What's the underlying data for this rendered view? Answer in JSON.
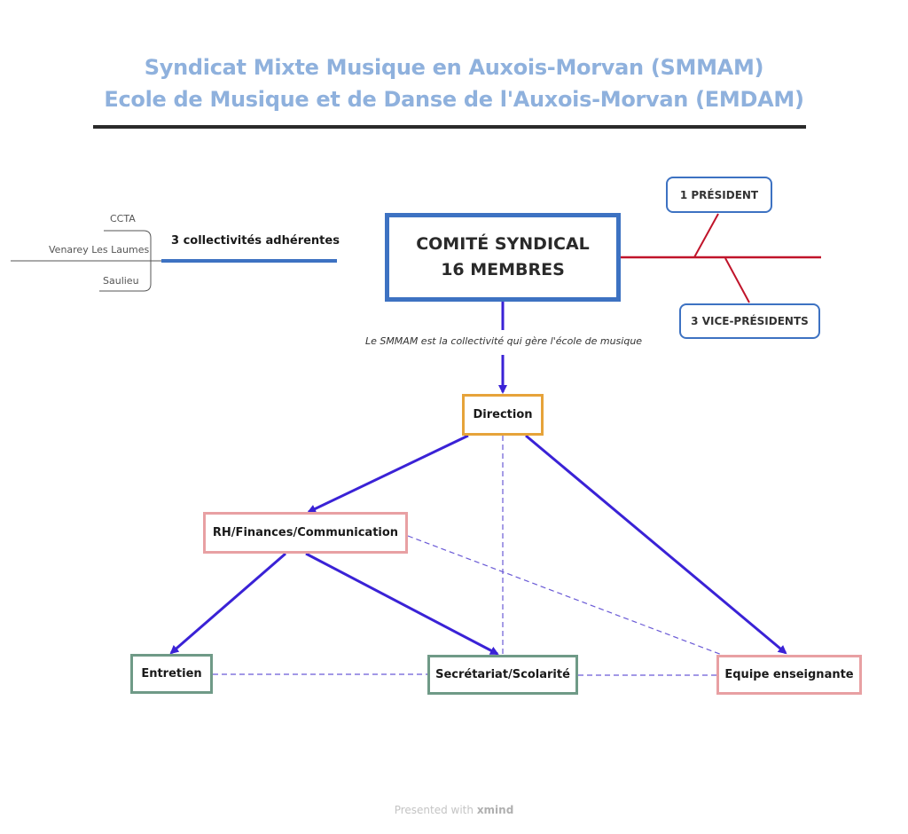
{
  "header": {
    "title_line1": "Syndicat Mixte Musique en Auxois-Morvan (SMMAM)",
    "title_line2": "Ecole de Musique et de Danse de l'Auxois-Morvan (EMDAM)",
    "title_color": "#8fb1dd"
  },
  "nodes": {
    "comite": {
      "line1": "COMITÉ SYNDICAL",
      "line2": "16 MEMBRES",
      "border_color": "#3d72c2"
    },
    "president": {
      "label": "1 PRÉSIDENT",
      "border_color": "#3d72c2"
    },
    "vice_presidents": {
      "label": "3 VICE-PRÉSIDENTS",
      "border_color": "#3d72c2"
    },
    "collectivites": {
      "label": "3 collectivités adhérentes",
      "members": [
        "CCTA",
        "Venarey Les Laumes",
        "Saulieu"
      ]
    },
    "direction": {
      "label": "Direction",
      "border_color": "#e6a33a"
    },
    "rh": {
      "label": "RH/Finances/Communication",
      "border_color": "#e8a0a3"
    },
    "entretien": {
      "label": "Entretien",
      "border_color": "#6f9a87"
    },
    "secretariat": {
      "label": "Secrétariat/Scolarité",
      "border_color": "#6f9a87"
    },
    "equipe": {
      "label": "Equipe enseignante",
      "border_color": "#e8a0a3"
    }
  },
  "relationship_note": "Le SMMAM est la collectivité qui gère l'école de musique",
  "colors": {
    "arrow": "#3a22d6",
    "dashed": "#6a5ad6",
    "fishbone": "#c0142a",
    "collect_line": "#3d72c2"
  },
  "footer": {
    "prefix": "Presented with",
    "brand": "xmind"
  }
}
